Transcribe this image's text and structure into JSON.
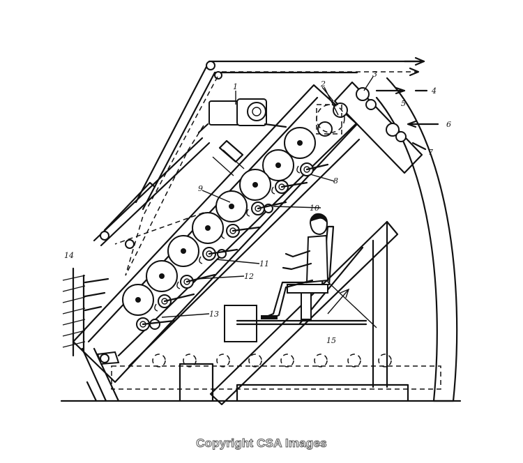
{
  "diagram": {
    "labels": {
      "l1": "1",
      "l2": "2",
      "l3": "3",
      "l4": "4",
      "l5": "5",
      "l6": "6",
      "l7": "7",
      "l8": "8",
      "l9": "9",
      "l10": "10",
      "l11": "11",
      "l12": "12",
      "l13": "13",
      "l14": "14",
      "l15": "15"
    }
  },
  "footer": {
    "copyright": "Copyright CSA Images"
  }
}
